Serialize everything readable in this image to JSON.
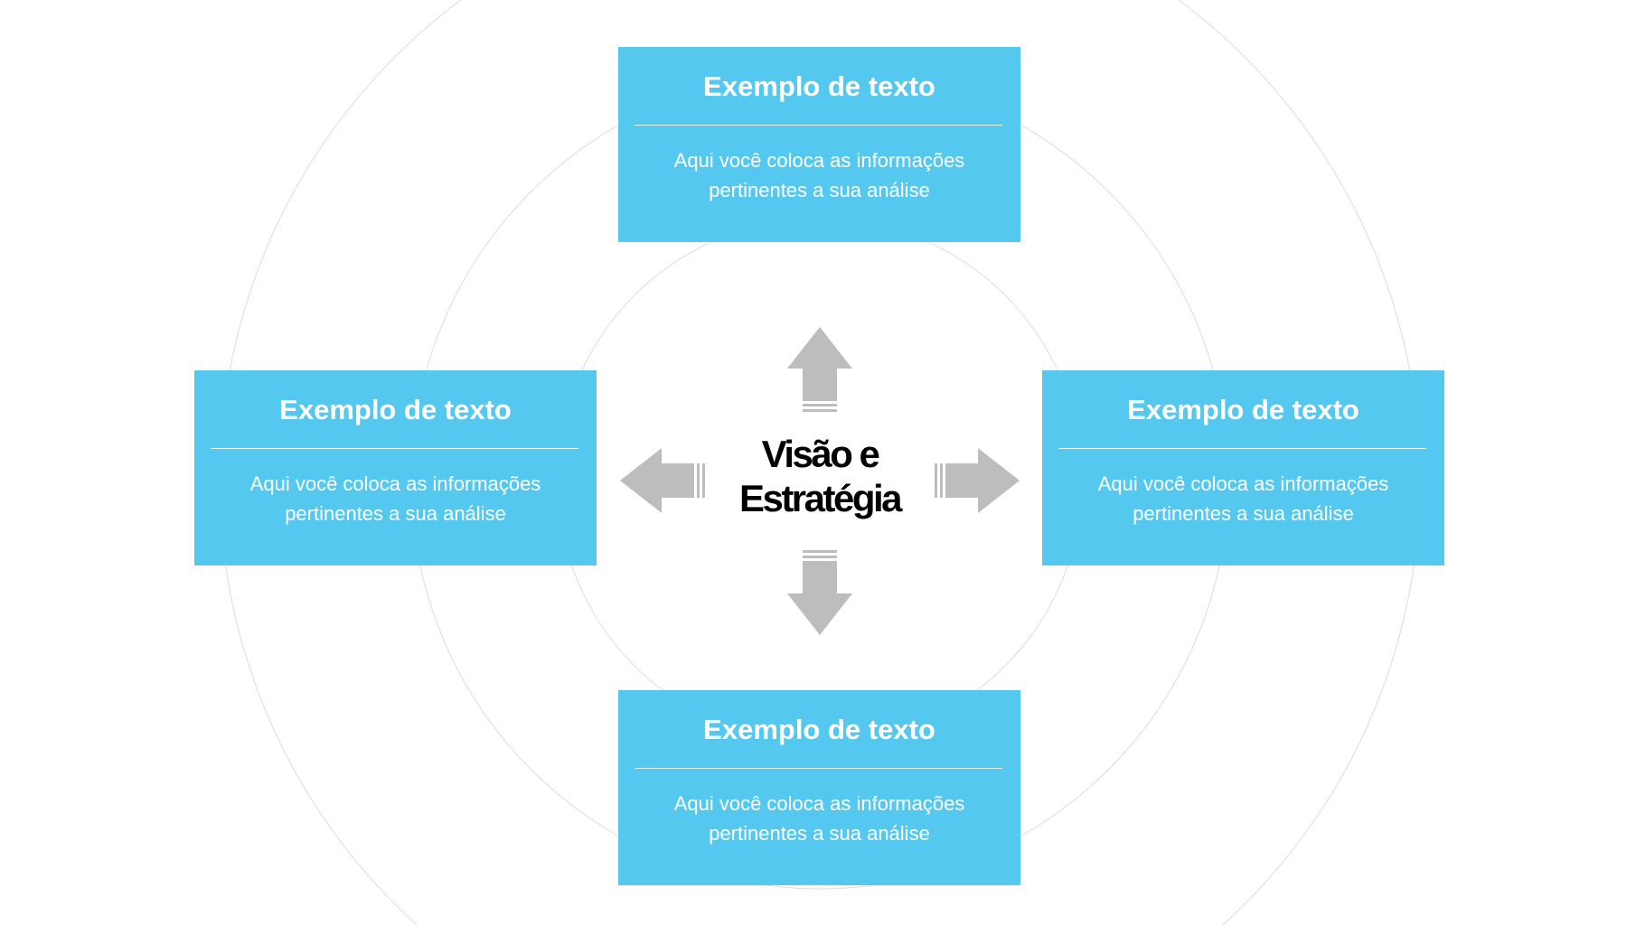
{
  "center": {
    "line1": "Visão e",
    "line2": "Estratégia"
  },
  "boxes": [
    {
      "title": "Exemplo de texto",
      "line1": "Aqui você coloca as informações",
      "line2": "pertinentes a sua análise"
    },
    {
      "title": "Exemplo de texto",
      "line1": "Aqui você coloca as informações",
      "line2": "pertinentes a sua análise"
    },
    {
      "title": "Exemplo de texto",
      "line1": "Aqui você coloca as informações",
      "line2": "pertinentes a sua análise"
    },
    {
      "title": "Exemplo de texto",
      "line1": "Aqui você coloca as informações",
      "line2": "pertinentes a sua análise"
    }
  ],
  "colors": {
    "box": "#55c8f0",
    "arrow": "#bdbdbd",
    "ring": "#dddddd"
  }
}
